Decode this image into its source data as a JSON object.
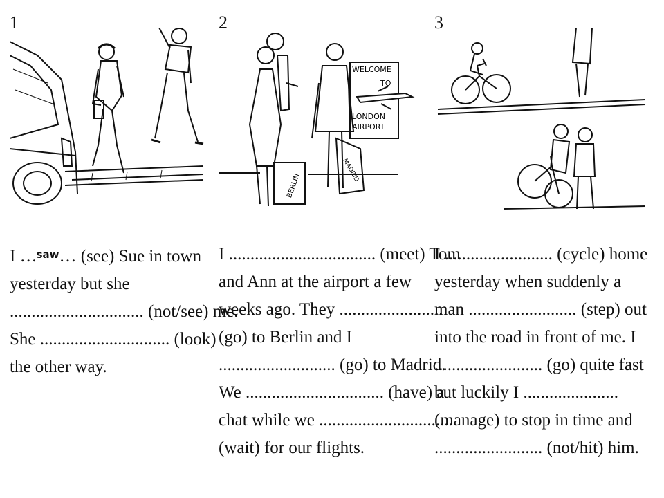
{
  "exercises": [
    {
      "number": "1",
      "lines": [
        [
          "I ",
          "…",
          "saw",
          "… (see) Sue in town"
        ],
        [
          "yesterday but she"
        ],
        [
          "............................... (not/see) me."
        ],
        [
          "She .............................. (look)"
        ],
        [
          "the other way."
        ]
      ]
    },
    {
      "number": "2",
      "lines": [
        [
          "I .................................. (meet) Tom"
        ],
        [
          "and Ann at the airport a few"
        ],
        [
          "weeks ago. They ........................"
        ],
        [
          "(go) to Berlin and I"
        ],
        [
          "........................... (go) to Madrid."
        ],
        [
          "We ................................ (have) a"
        ],
        [
          "chat while we ..............................."
        ],
        [
          "(wait) for our flights."
        ]
      ]
    },
    {
      "number": "3",
      "lines": [
        [
          "I ......................... (cycle) home"
        ],
        [
          "yesterday when suddenly a"
        ],
        [
          "man ......................... (step) out"
        ],
        [
          "into the road in front of me. I"
        ],
        [
          "......................... (go) quite fast"
        ],
        [
          "but luckily I ......................"
        ],
        [
          "(manage) to stop in time and"
        ],
        [
          "......................... (not/hit) him."
        ]
      ]
    }
  ],
  "illustration_signs": {
    "welcome_1": "WELCOME",
    "welcome_2": "TO",
    "airport_1": "LONDON",
    "airport_2": "AIRPORT",
    "suitcase_1": "BERLIN",
    "suitcase_2": "MADRID"
  }
}
